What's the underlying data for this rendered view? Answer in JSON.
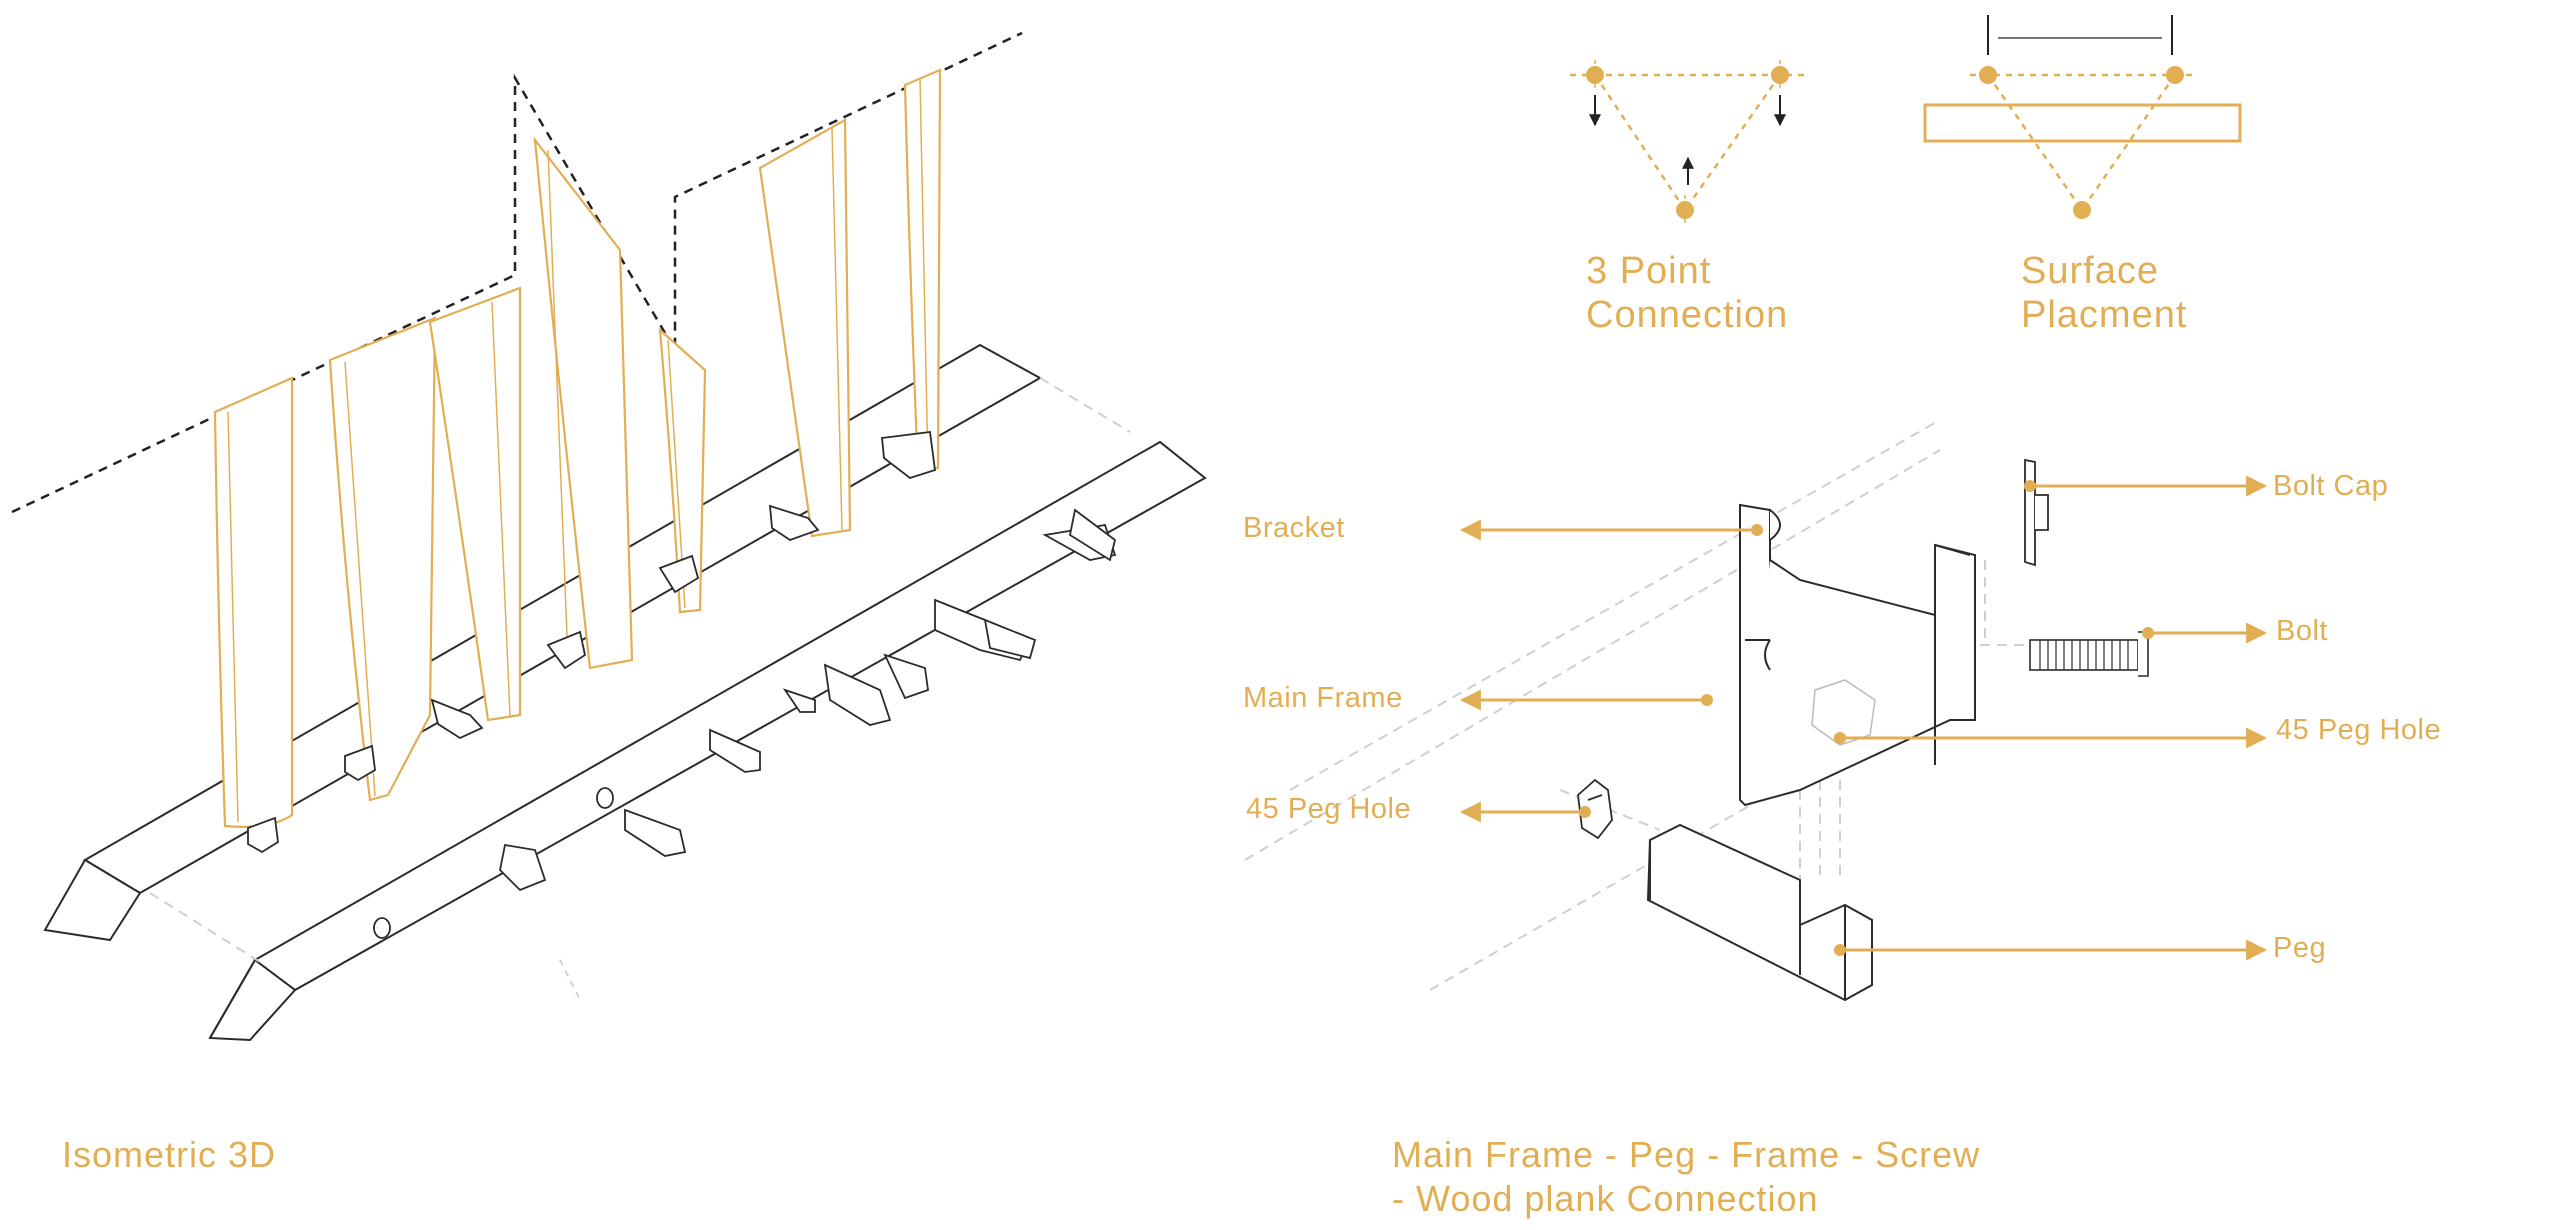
{
  "colors": {
    "accent": "#E2AE54",
    "line": "#2b2b2b",
    "guide": "#c9c9c9"
  },
  "captions": {
    "isometric": "Isometric 3D",
    "connection_line1": "Main Frame - Peg - Frame - Screw",
    "connection_line2": "- Wood plank Connection"
  },
  "schemes": {
    "three_point": {
      "line1": "3 Point",
      "line2": "Connection"
    },
    "surface": {
      "line1": "Surface",
      "line2": "Placment"
    }
  },
  "callouts": {
    "bracket": "Bracket",
    "main_frame": "Main Frame",
    "peg_hole_left": "45 Peg Hole",
    "bolt_cap": "Bolt Cap",
    "bolt": "Bolt",
    "peg_hole_right": "45 Peg Hole",
    "peg": "Peg"
  }
}
